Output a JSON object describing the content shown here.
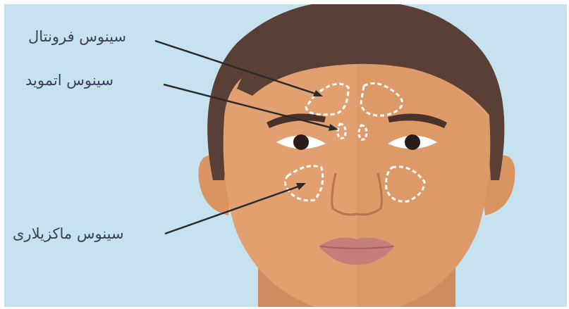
{
  "labels": {
    "frontal": "سینوس فرونتال",
    "ethmoid": "سینوس اتموید",
    "maxillary": "سینوس ماکزیلاری"
  },
  "colors": {
    "background": "#c6e2ee",
    "skin": "#e2a070",
    "skin_shadow": "#c9835a",
    "hair": "#5a3f36",
    "lips": "#c57f7a",
    "label_text": "#3c3f5c",
    "sinus_outline": "#ffffff",
    "pointer": "#2a2a2a"
  }
}
